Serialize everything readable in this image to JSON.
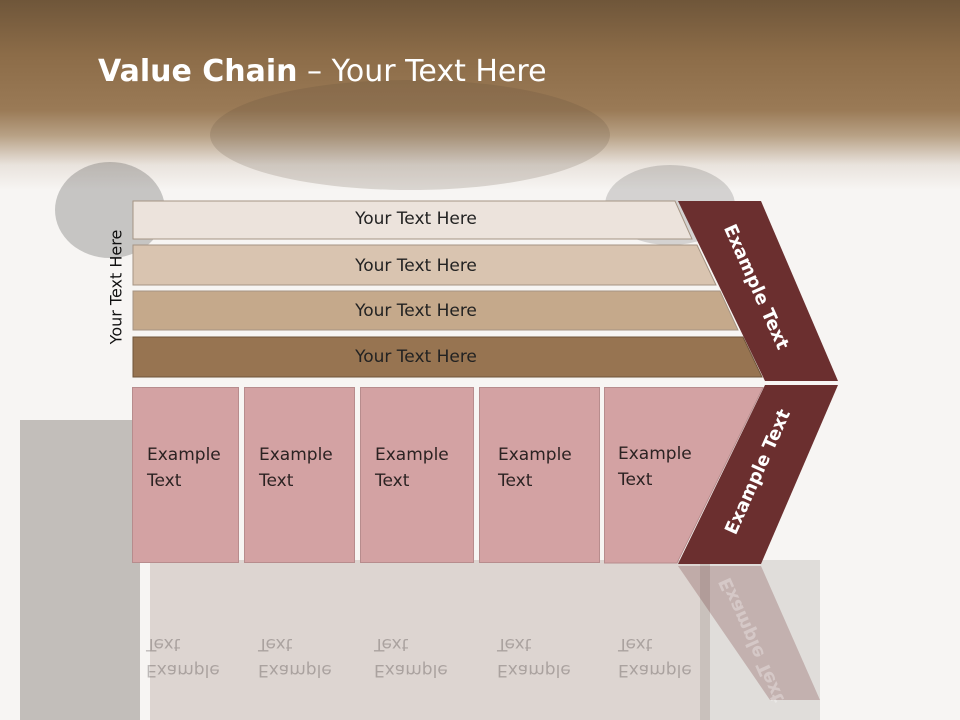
{
  "slide": {
    "title_bold": "Value Chain",
    "title_rest": " – Your Text Here",
    "vertical_label": "Your Text Here"
  },
  "bands": [
    {
      "label": "Your Text Here",
      "color": "#ece3dc"
    },
    {
      "label": "Your Text Here",
      "color": "#d9c4b0"
    },
    {
      "label": "Your Text Here",
      "color": "#c5a98b"
    },
    {
      "label": "Your Text Here",
      "color": "#977451"
    }
  ],
  "boxes": [
    {
      "line1": "Example",
      "line2": "Text"
    },
    {
      "line1": "Example",
      "line2": "Text"
    },
    {
      "line1": "Example",
      "line2": "Text"
    },
    {
      "line1": "Example",
      "line2": "Text"
    },
    {
      "line1": "Example",
      "line2": "Text"
    }
  ],
  "chevron": {
    "upper_label": "Example Text",
    "lower_label": "Example Text",
    "reflection_label": "Example Text",
    "color": "#6b2f2f"
  },
  "colors": {
    "box": "#d3a2a3",
    "header": "#8c6c48"
  }
}
